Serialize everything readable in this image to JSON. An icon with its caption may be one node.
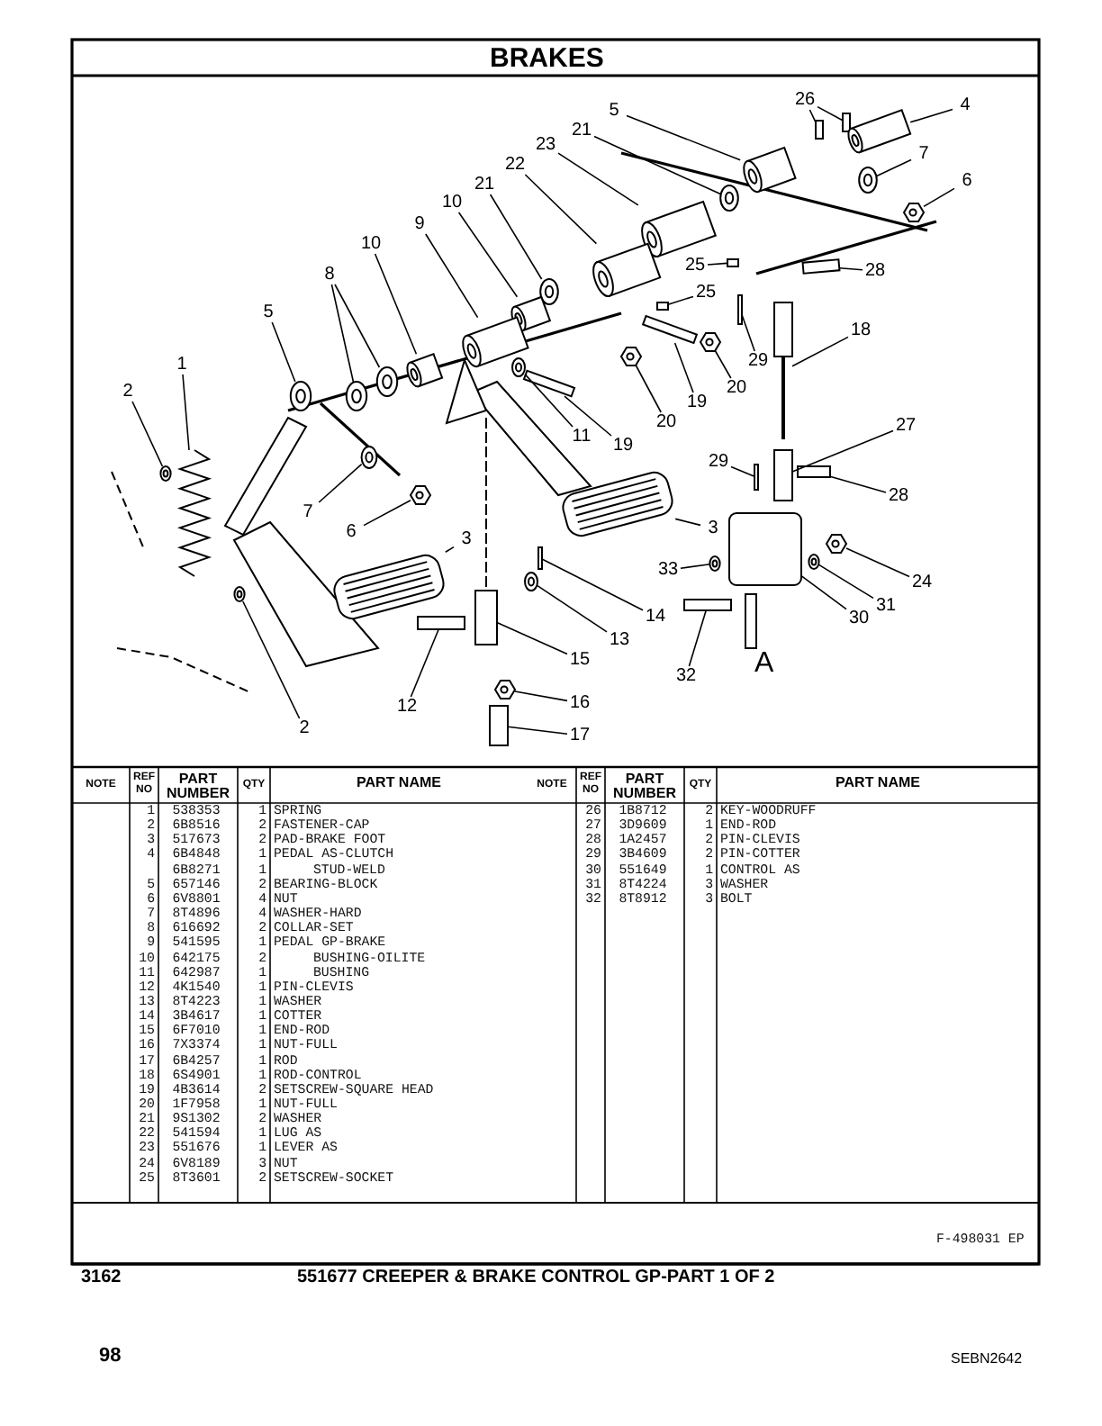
{
  "diagram": {
    "title": "BRAKES",
    "caption": "551677 CREEPER & BRAKE CONTROL GP-PART 1 OF 2",
    "nodes": [
      {
        "text": [
          "26"
        ]
      },
      {
        "text": [
          "5"
        ]
      },
      {
        "text": [
          "4"
        ]
      },
      {
        "text": [
          "21"
        ]
      },
      {
        "text": [
          "23"
        ]
      },
      {
        "text": [
          "7"
        ]
      },
      {
        "text": [
          "6"
        ]
      },
      {
        "text": [
          "22"
        ]
      },
      {
        "text": [
          "21"
        ]
      },
      {
        "text": [
          "10"
        ]
      },
      {
        "text": [
          "9"
        ]
      },
      {
        "text": [
          "10"
        ]
      },
      {
        "text": [
          "25"
        ]
      },
      {
        "text": [
          "28"
        ]
      },
      {
        "text": [
          "8"
        ]
      },
      {
        "text": [
          "25"
        ]
      },
      {
        "text": [
          "18"
        ]
      },
      {
        "text": [
          "5"
        ]
      },
      {
        "text": [
          "29"
        ]
      },
      {
        "text": [
          "1"
        ]
      },
      {
        "text": [
          "20"
        ]
      },
      {
        "text": [
          "2"
        ]
      },
      {
        "text": [
          "19"
        ]
      },
      {
        "text": [
          "20"
        ]
      },
      {
        "text": [
          "27"
        ]
      },
      {
        "text": [
          "11"
        ]
      },
      {
        "text": [
          "19"
        ]
      },
      {
        "text": [
          "29"
        ]
      },
      {
        "text": [
          "28"
        ]
      },
      {
        "text": [
          "7"
        ]
      },
      {
        "text": [
          "3"
        ]
      },
      {
        "text": [
          "6"
        ]
      },
      {
        "text": [
          "3"
        ]
      },
      {
        "text": [
          "33"
        ]
      },
      {
        "text": [
          "24"
        ]
      },
      {
        "text": [
          "31"
        ]
      },
      {
        "text": [
          "14"
        ]
      },
      {
        "text": [
          "30"
        ]
      },
      {
        "text": [
          "13"
        ]
      },
      {
        "text": [
          "15"
        ]
      },
      {
        "text": [
          "32"
        ]
      },
      {
        "text": [
          "16"
        ]
      },
      {
        "text": [
          "12"
        ]
      },
      {
        "text": [
          "2"
        ]
      },
      {
        "text": [
          "17"
        ]
      },
      {
        "text": [],
        "shape": "bar"
      },
      {
        "text": [],
        "shape": "bar"
      },
      {
        "text": [],
        "shape": "cylinder"
      },
      {
        "text": [],
        "shape": "cylinder"
      },
      {
        "text": [],
        "shape": "circle"
      },
      {
        "text": [],
        "shape": "cylinder"
      },
      {
        "text": [],
        "shape": "circle"
      },
      {
        "text": [],
        "shape": "hexagon"
      },
      {
        "text": [],
        "shape": "cylinder"
      },
      {
        "text": [],
        "shape": "circle"
      },
      {
        "text": [],
        "shape": "cylinder"
      },
      {
        "text": [],
        "shape": "cylinder"
      },
      {
        "text": [],
        "shape": "cylinder"
      },
      {
        "text": [],
        "shape": "bar"
      },
      {
        "text": [],
        "shape": "bar"
      },
      {
        "text": [],
        "shape": "circle"
      },
      {
        "text": [],
        "shape": "circle"
      },
      {
        "text": [],
        "shape": "bar"
      },
      {
        "text": [],
        "shape": "bar"
      },
      {
        "text": [],
        "shape": "circle"
      },
      {
        "text": [],
        "shape": "bar"
      },
      {
        "text": [],
        "shape": "spring"
      },
      {
        "text": [],
        "shape": "hexagon"
      },
      {
        "text": [],
        "shape": "circle"
      },
      {
        "text": [],
        "shape": "bar"
      },
      {
        "text": [],
        "shape": "hexagon"
      },
      {
        "text": [],
        "shape": "bar"
      },
      {
        "text": [],
        "shape": "circle"
      },
      {
        "text": [],
        "shape": "bar"
      },
      {
        "text": [],
        "shape": "bar"
      },
      {
        "text": [],
        "shape": "bar"
      },
      {
        "text": [],
        "shape": "circle"
      },
      {
        "text": [],
        "shape": "box"
      },
      {
        "text": [],
        "shape": "hexagon"
      },
      {
        "text": [],
        "shape": "box"
      },
      {
        "text": [],
        "shape": "circle"
      },
      {
        "text": [],
        "shape": "hexagon"
      },
      {
        "text": [],
        "shape": "circle"
      },
      {
        "text": [],
        "shape": "bar"
      },
      {
        "text": [],
        "shape": "box"
      },
      {
        "text": [],
        "shape": "circle"
      },
      {
        "text": [],
        "shape": "bar"
      },
      {
        "text": [],
        "shape": "bar"
      },
      {
        "text": [],
        "shape": "hexagon"
      },
      {
        "text": [],
        "shape": "bar"
      },
      {
        "text": [],
        "shape": "circle"
      },
      {
        "text": [],
        "shape": "bar"
      }
    ],
    "edges": [
      {
        "from": 0,
        "to": 45,
        "arrow": "none"
      },
      {
        "from": 0,
        "to": 46,
        "arrow": "none"
      },
      {
        "from": 1,
        "to": 47,
        "arrow": "none"
      },
      {
        "from": 2,
        "to": 48,
        "arrow": "none"
      },
      {
        "from": 3,
        "to": 49,
        "arrow": "none"
      },
      {
        "from": 4,
        "to": 50,
        "arrow": "none"
      },
      {
        "from": 5,
        "to": 51,
        "arrow": "none"
      },
      {
        "from": 6,
        "to": 52,
        "arrow": "none"
      },
      {
        "from": 7,
        "to": 53,
        "arrow": "none"
      },
      {
        "from": 8,
        "to": 54,
        "arrow": "none"
      },
      {
        "from": 9,
        "to": 55,
        "arrow": "none"
      },
      {
        "from": 10,
        "to": 56,
        "arrow": "none"
      },
      {
        "from": 11,
        "to": 57,
        "arrow": "none"
      },
      {
        "from": 12,
        "to": 58,
        "arrow": "none"
      },
      {
        "from": 13,
        "to": 59,
        "arrow": "none"
      },
      {
        "from": 14,
        "to": 60,
        "arrow": "none"
      },
      {
        "from": 14,
        "to": 61,
        "arrow": "none"
      },
      {
        "from": 15,
        "to": 62,
        "arrow": "none"
      },
      {
        "from": 16,
        "to": 63,
        "arrow": "none"
      },
      {
        "from": 17,
        "to": 64,
        "arrow": "none"
      },
      {
        "from": 18,
        "to": 65,
        "arrow": "none"
      },
      {
        "from": 19,
        "to": 66,
        "arrow": "none"
      },
      {
        "from": 20,
        "to": 67,
        "arrow": "none"
      },
      {
        "from": 21,
        "to": 68,
        "arrow": "none"
      },
      {
        "from": 22,
        "to": 69,
        "arrow": "none"
      },
      {
        "from": 23,
        "to": 70,
        "arrow": "none"
      },
      {
        "from": 24,
        "to": 71,
        "arrow": "none"
      },
      {
        "from": 25,
        "to": 72,
        "arrow": "none"
      },
      {
        "from": 26,
        "to": 73,
        "arrow": "none"
      },
      {
        "from": 27,
        "to": 74,
        "arrow": "none"
      },
      {
        "from": 28,
        "to": 75,
        "arrow": "none"
      },
      {
        "from": 29,
        "to": 76,
        "arrow": "none"
      },
      {
        "from": 30,
        "to": 77,
        "arrow": "none"
      },
      {
        "from": 31,
        "to": 78,
        "arrow": "none"
      },
      {
        "from": 32,
        "to": 79,
        "arrow": "none"
      },
      {
        "from": 33,
        "to": 80,
        "arrow": "none"
      },
      {
        "from": 34,
        "to": 81,
        "arrow": "none"
      },
      {
        "from": 35,
        "to": 82,
        "arrow": "none"
      },
      {
        "from": 36,
        "to": 83,
        "arrow": "none"
      },
      {
        "from": 37,
        "to": 84,
        "arrow": "none"
      },
      {
        "from": 38,
        "to": 85,
        "arrow": "none"
      },
      {
        "from": 39,
        "to": 86,
        "arrow": "none"
      },
      {
        "from": 40,
        "to": 87,
        "arrow": "none"
      },
      {
        "from": 41,
        "to": 88,
        "arrow": "none"
      },
      {
        "from": 42,
        "to": 89,
        "arrow": "none"
      },
      {
        "from": 43,
        "to": 90,
        "arrow": "none"
      },
      {
        "from": 44,
        "to": 91,
        "arrow": "none"
      }
    ],
    "labels": [
      "A",
      "NOTE",
      "REF NO",
      "PART NUMBER",
      "QTY",
      "PART NAME",
      "1",
      "538353",
      "1",
      "SPRING",
      "2",
      "6B8516",
      "2",
      "FASTENER-CAP",
      "3",
      "517673",
      "2",
      "PAD-BRAKE FOOT",
      "4",
      "6B4848",
      "1",
      "PEDAL AS-CLUTCH",
      "6B8271",
      "1",
      "STUD-WELD",
      "5",
      "657146",
      "2",
      "BEARING-BLOCK",
      "6",
      "6V8801",
      "4",
      "NUT",
      "7",
      "8T4896",
      "4",
      "WASHER-HARD",
      "8",
      "616692",
      "2",
      "COLLAR-SET",
      "9",
      "541595",
      "1",
      "PEDAL GP-BRAKE",
      "10",
      "642175",
      "2",
      "BUSHING-OILITE",
      "11",
      "642987",
      "1",
      "BUSHING",
      "12",
      "4K1540",
      "1",
      "PIN-CLEVIS",
      "13",
      "8T4223",
      "1",
      "WASHER",
      "14",
      "3B4617",
      "1",
      "COTTER",
      "15",
      "6F7010",
      "1",
      "END-ROD",
      "16",
      "7X3374",
      "1",
      "NUT-FULL",
      "17",
      "6B4257",
      "1",
      "ROD",
      "18",
      "6S4901",
      "1",
      "ROD-CONTROL",
      "19",
      "4B3614",
      "2",
      "SETSCREW-SQUARE HEAD",
      "20",
      "1F7958",
      "1",
      "NUT-FULL",
      "21",
      "9S1302",
      "2",
      "WASHER",
      "22",
      "541594",
      "1",
      "LUG AS",
      "23",
      "551676",
      "1",
      "LEVER AS",
      "24",
      "6V8189",
      "3",
      "NUT",
      "25",
      "8T3601",
      "2",
      "SETSCREW-SOCKET",
      "NOTE",
      "REF NO",
      "PART NUMBER",
      "QTY",
      "PART NAME",
      "26",
      "1B8712",
      "2",
      "KEY-WOODRUFF",
      "27",
      "3D9609",
      "1",
      "END-ROD",
      "28",
      "1A2457",
      "2",
      "PIN-CLEVIS",
      "29",
      "3B4609",
      "2",
      "PIN-COTTER",
      "30",
      "551649",
      "1",
      "CONTROL AS",
      "31",
      "8T4224",
      "3",
      "WASHER",
      "32",
      "8T8912",
      "3",
      "BOLT",
      "F-498031 EP",
      "3162",
      "98",
      "SEBN2642"
    ]
  }
}
